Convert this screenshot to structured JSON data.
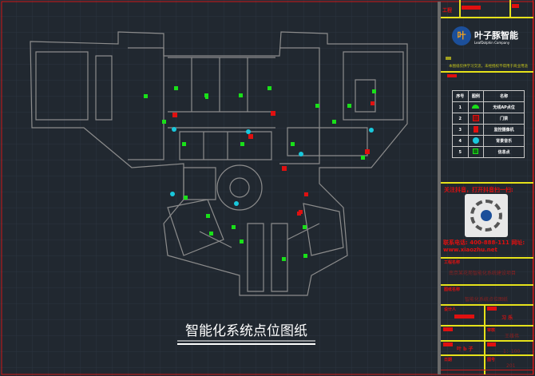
{
  "drawing": {
    "title": "智能化系统点位图纸"
  },
  "title_block": {
    "top_label": "工程",
    "company_name": "叶子豚智能",
    "company_sub": "LeafDolphin Company",
    "notice": "本图纸仅供学习交流，未经授权不得用于商业用途",
    "legend": {
      "headers": [
        "序号",
        "图例",
        "名称"
      ],
      "rows": [
        {
          "no": "1",
          "icon": "wifi-ap-icon",
          "name": "无线AP点位"
        },
        {
          "no": "2",
          "icon": "access-control-icon",
          "name": "门禁"
        },
        {
          "no": "3",
          "icon": "camera-icon",
          "name": "监控摄像机"
        },
        {
          "no": "4",
          "icon": "speaker-icon",
          "name": "背景音乐"
        },
        {
          "no": "5",
          "icon": "info-point-icon",
          "name": "信息点"
        }
      ]
    },
    "qr_caption": "关注抖音，打开抖音扫一扫:",
    "contact": "联系电话: 400-888-111  网址: www.xiaozhu.net",
    "project_label": "工程名称",
    "project_name": "南京某花苑智能化系统建设项目",
    "drawing_label": "图纸名称",
    "drawing_name": "智能化系统点位图纸",
    "designer_label": "设计人",
    "designer_sign": "习 乐",
    "checker_label": "审核",
    "checker_name": "王雄伟",
    "reviewer_sign": "叶 b 子",
    "scale_label": "比例",
    "scale": "1：100",
    "date_label": "日期",
    "number_label": "图号",
    "number": "201"
  },
  "colors": {
    "background": "#212830",
    "frame": "#d01818",
    "divider": "#e6e21a",
    "wall": "#8c8c8c",
    "ap": "#19e019",
    "camera": "#e01010",
    "speaker": "#19c8dc"
  }
}
